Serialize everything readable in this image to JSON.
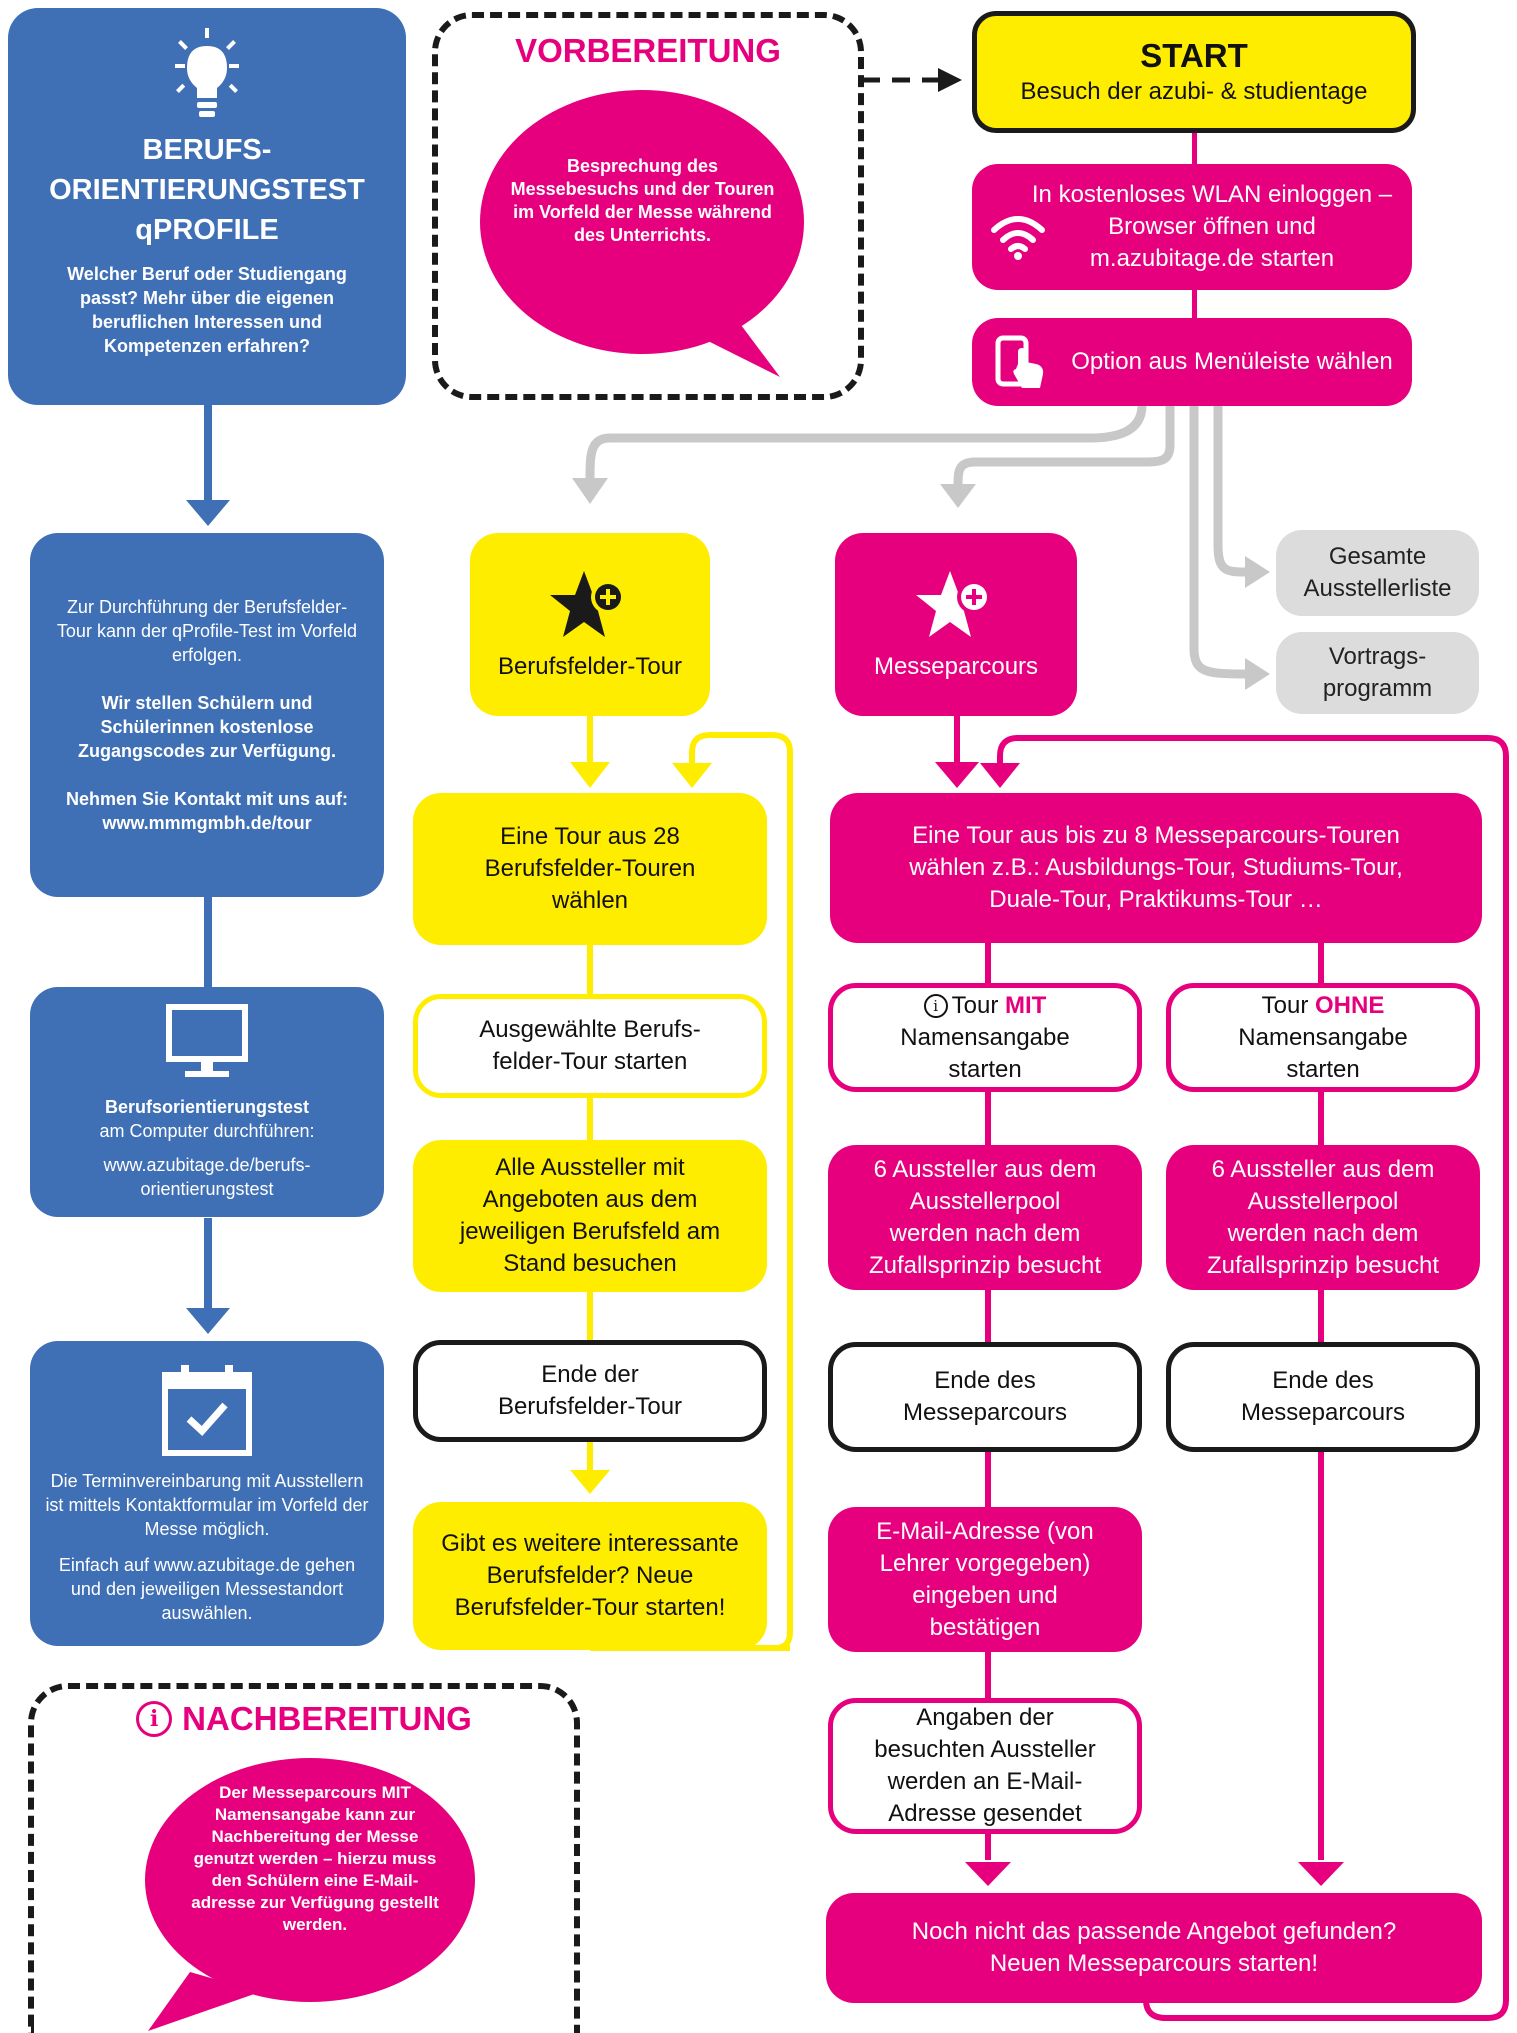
{
  "colors": {
    "yellow": "#ffed00",
    "magenta": "#e6007e",
    "blue": "#3f6fb5",
    "gray": "#c8c8c8",
    "black": "#1a1a1a"
  },
  "vorbereitung": {
    "title": "VORBEREITUNG",
    "bubble": "Besprechung des Messebesuchs und der Touren im Vorfeld der Messe während des Unterrichts."
  },
  "start": {
    "title": "START",
    "subtitle": "Besuch der azubi- & studientage"
  },
  "wlan": {
    "line1": "In kostenloses WLAN einloggen –",
    "line2": "Browser öffnen und",
    "line3": "m.azubitage.de starten",
    "icon": "wifi-icon"
  },
  "menu": {
    "label": "Option aus Menüleiste wählen",
    "icon": "touch-phone-icon"
  },
  "qprofile": {
    "icon": "lightbulb-icon",
    "title1": "BERUFS-",
    "title2": "ORIENTIERUNGSTEST",
    "title3": "qPROFILE",
    "text": "Welcher Beruf oder Studiengang passt? Mehr über die eigenen beruflichen Interessen und Kompetenzen erfahren?"
  },
  "durchfuehrung": {
    "p1": "Zur Durchführung der Berufsfelder-Tour kann der qProfile-Test im Vorfeld erfolgen.",
    "p2": "Wir stellen Schülern und Schülerinnen kostenlose Zugangscodes zur Verfügung.",
    "p3a": "Nehmen Sie Kontakt mit uns auf:",
    "p3b": "www.mmmgmbh.de/tour"
  },
  "computer": {
    "icon": "monitor-icon",
    "bold": "Berufsorientierungstest",
    "text": "am Computer durchführen:",
    "url1": "www.azubitage.de/berufs-",
    "url2": "orientierungstest"
  },
  "termin": {
    "icon": "calendar-check-icon",
    "p1": "Die Terminvereinbarung mit Ausstellern ist mittels Kontaktformular im Vorfeld der Messe möglich.",
    "p2": "Einfach auf www.azubitage.de gehen und den jeweiligen Messestandort auswählen."
  },
  "nachbereitung": {
    "title": "NACHBEREITUNG",
    "icon": "info-icon",
    "bubble": "Der Messeparcours MIT Namensangabe kann zur Nachbereitung der Messe genutzt werden – hierzu muss den Schülern eine E-Mail-adresse zur Verfügung gestellt werden."
  },
  "berufsfelder": {
    "tour_label": "Berufsfelder-Tour",
    "tour_icon": "star-plus-icon",
    "choose1": "Eine Tour aus 28",
    "choose2": "Berufsfelder-Touren",
    "choose3": "wählen",
    "start1": "Ausgewählte Berufs-",
    "start2": "felder-Tour starten",
    "visit1": "Alle Aussteller mit",
    "visit2": "Angeboten aus dem",
    "visit3": "jeweiligen Berufsfeld am",
    "visit4": "Stand besuchen",
    "end1": "Ende der",
    "end2": "Berufsfelder-Tour",
    "more1": "Gibt es weitere interessante",
    "more2": "Berufsfelder? Neue",
    "more3": "Berufsfelder-Tour starten!"
  },
  "messeparcours": {
    "tour_label": "Messeparcours",
    "tour_icon": "star-plus-icon",
    "choose1": "Eine Tour aus bis zu 8 Messeparcours-Touren",
    "choose2": "wählen z.B.: Ausbildungs-Tour, Studiums-Tour,",
    "choose3": "Duale-Tour, Praktikums-Tour …",
    "mit_pre": "Tour ",
    "mit_hl": "MIT",
    "mit2": "Namensangabe",
    "mit3": "starten",
    "ohne_pre": "Tour ",
    "ohne_hl": "OHNE",
    "ohne2": "Namensangabe",
    "ohne3": "starten",
    "pool1": "6 Aussteller aus dem",
    "pool2": "Ausstellerpool",
    "pool3": "werden nach dem",
    "pool4": "Zufallsprinzip besucht",
    "end1": "Ende des",
    "end2": "Messeparcours",
    "email1": "E-Mail-Adresse (von",
    "email2": "Lehrer vorgegeben)",
    "email3": "eingeben und",
    "email4": "bestätigen",
    "sent1": "Angaben der",
    "sent2": "besuchten Aussteller",
    "sent3": "werden an E-Mail-",
    "sent4": "Adresse gesendet",
    "again1": "Noch nicht das passende Angebot gefunden?",
    "again2": "Neuen Messeparcours starten!"
  },
  "aussteller": {
    "line1": "Gesamte",
    "line2": "Ausstellerliste"
  },
  "vortrag": {
    "line1": "Vortrags-",
    "line2": "programm"
  }
}
